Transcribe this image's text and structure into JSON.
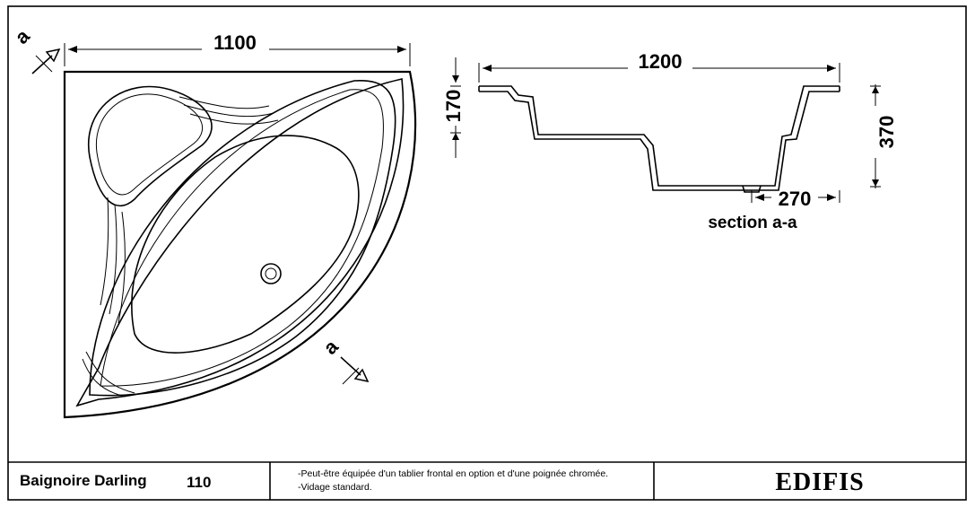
{
  "dimensions": {
    "width_top": "1100",
    "length_section": "1200",
    "rim_height": "170",
    "total_height": "370",
    "drain_offset": "270"
  },
  "section_markers": {
    "top": "a",
    "bottom": "a"
  },
  "section_caption": "section a-a",
  "title_block": {
    "product_name": "Baignoire Darling",
    "product_size": "110",
    "notes": [
      "-Peut-être équipée d'un tablier frontal en option et d'une poignée chromée.",
      "-Vidage standard."
    ],
    "brand": "EDIFIS"
  }
}
